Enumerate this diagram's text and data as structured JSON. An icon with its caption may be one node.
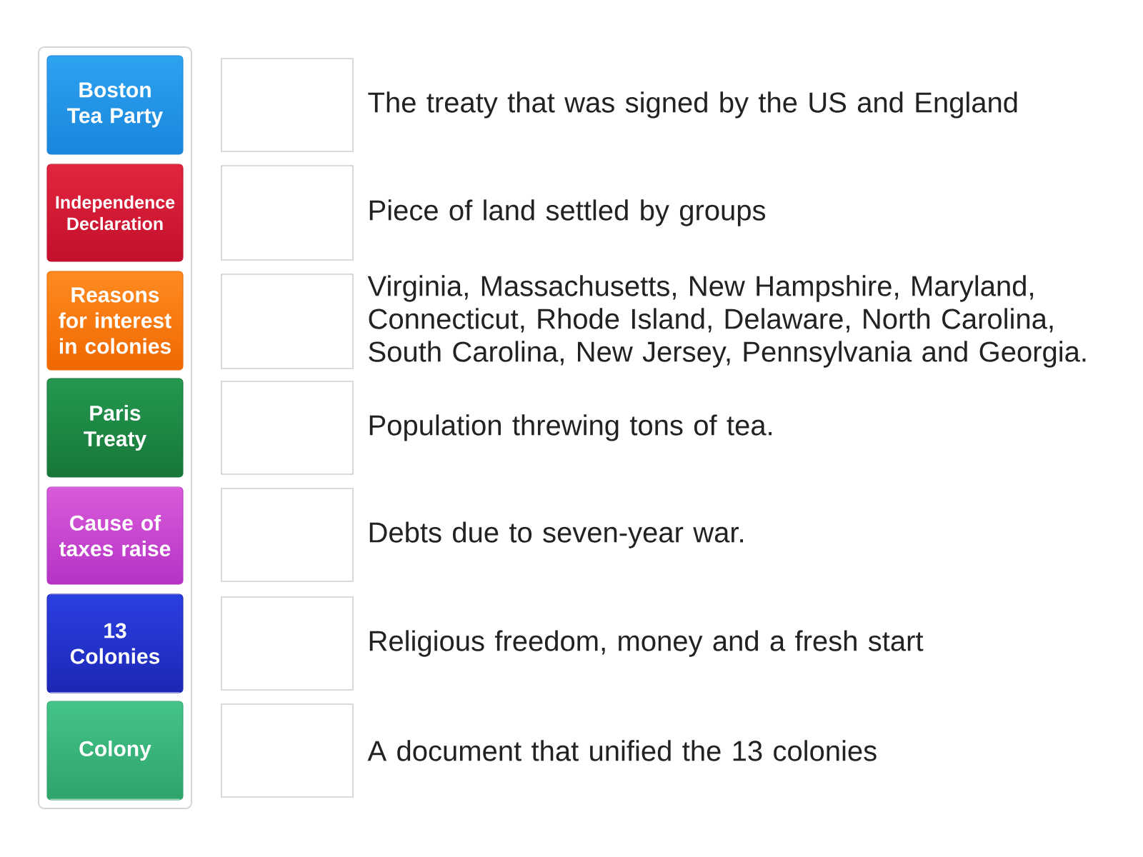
{
  "diagram": {
    "nodes": [
      {
        "text": [],
        "shape": "box"
      },
      {
        "text": [
          "Boston Tea Party"
        ],
        "in": 0
      },
      {
        "text": [
          "Independence Declaration"
        ],
        "in": 0
      },
      {
        "text": [
          "Reasons for interest in colonies"
        ],
        "in": 0
      },
      {
        "text": [
          "Paris Treaty"
        ],
        "in": 0
      },
      {
        "text": [
          "Cause of taxes raise"
        ],
        "in": 0
      },
      {
        "text": [
          "13 Colonies"
        ],
        "in": 0
      },
      {
        "text": [
          "Colony"
        ],
        "in": 0
      },
      {
        "text": [],
        "shape": "box",
        "beside": [
          "The treaty that was signed by the US and England"
        ]
      },
      {
        "text": [],
        "shape": "box",
        "beside": [
          "Piece of land settled by groups"
        ]
      },
      {
        "text": [],
        "shape": "box",
        "beside": [
          "Virginia, Massachusetts, New Hampshire, Maryland, Connecticut, Rhode Island, Delaware, North Carolina, South Carolina, New Jersey, Pennsylvania and Georgia."
        ]
      },
      {
        "text": [],
        "shape": "box",
        "beside": [
          "Population threwing tons of tea."
        ]
      },
      {
        "text": [],
        "shape": "box",
        "beside": [
          "Debts due to seven-year war."
        ]
      },
      {
        "text": [],
        "shape": "box",
        "beside": [
          "Religious freedom, money and a fresh start"
        ]
      },
      {
        "text": [],
        "shape": "box",
        "beside": [
          "A document that unified the 13 colonies"
        ]
      }
    ]
  }
}
